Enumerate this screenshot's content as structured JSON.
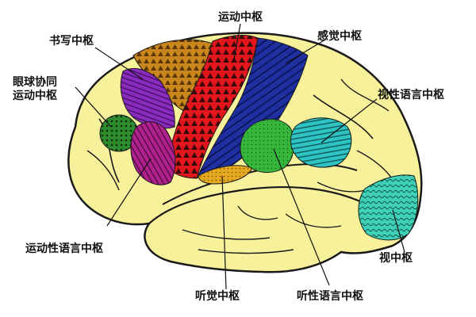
{
  "diagram": {
    "labels": {
      "motor_center": "运动中枢",
      "sensory_center": "感觉中枢",
      "writing_center": "书写中枢",
      "eye_coordination_line1": "眼球协同",
      "eye_coordination_line2": "运动中枢",
      "visual_language_center": "视性语言中枢",
      "motor_language_center": "运动性语言中枢",
      "visual_center": "视中枢",
      "auditory_center": "听觉中枢",
      "auditory_language_center": "听性语言中枢"
    },
    "colors": {
      "brain_fill": "#f6f19a",
      "outline": "#1a1a1a",
      "motor_red": "#e3161e",
      "sensory_blue": "#1f2fa0",
      "writing_orange": "#c9861c",
      "purple_top": "#8a2bbf",
      "magenta": "#b0218f",
      "eye_green": "#2e8b2e",
      "visual_language_cyan": "#2ec4c4",
      "auditory_green": "#36b63b",
      "auditory_yellow": "#e6a820",
      "visual_teal": "#3fd1b7"
    }
  }
}
